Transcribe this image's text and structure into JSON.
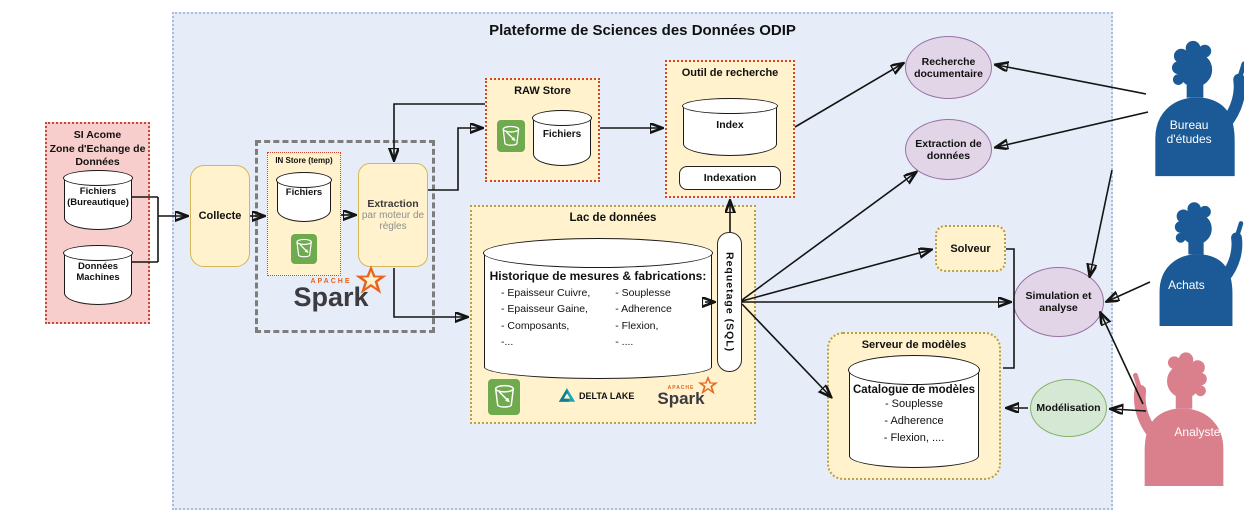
{
  "title": "Plateforme de Sciences des Données ODIP",
  "si_acome": {
    "title": "SI Acome\nZone d'Echange de\nDonnées",
    "cyl_files": "Fichiers\n(Bureautique)",
    "cyl_machines": "Données\nMachines"
  },
  "collecte": {
    "label": "Collecte"
  },
  "in_store": {
    "title": "IN Store (temp)",
    "cylinder": "Fichiers"
  },
  "spark": {
    "apache": "APACHE",
    "word": "Spark"
  },
  "extraction": {
    "title": "Extraction",
    "subtitle": "par moteur de\nrègles"
  },
  "raw_store": {
    "title": "RAW Store",
    "cylinder": "Fichiers"
  },
  "search_tool": {
    "title": "Outil de recherche",
    "index_cylinder": "Index",
    "indexation": "Indexation"
  },
  "data_lake": {
    "title": "Lac de données",
    "cylinder_title": "Historique de mesures & fabrications:",
    "items_left": [
      "- Epaisseur Cuivre,",
      "- Epaisseur Gaine,",
      "- Composants,",
      "-..."
    ],
    "items_right": [
      "- Souplesse",
      "- Adherence",
      "- Flexion,",
      "- ...."
    ],
    "delta_lake": "DELTA LAKE"
  },
  "requetage": {
    "label": "Requetage (SQL)"
  },
  "services": {
    "recherche_documentaire": "Recherche\ndocumentaire",
    "extraction_donnees": "Extraction de\ndonnées",
    "solveur": "Solveur",
    "simulation": "Simulation et\nanalyse",
    "modelisation": "Modélisation"
  },
  "model_server": {
    "title": "Serveur de modèles",
    "cylinder_title": "Catalogue de modèles",
    "items": [
      "- Souplesse",
      "- Adherence",
      "- Flexion, ...."
    ]
  },
  "actors": {
    "bureau": "Bureau\nd'études",
    "achats": "Achats",
    "analyste": "Analyste"
  },
  "icons": {
    "bucket": "bucket-icon",
    "spark": "apache-spark-logo",
    "delta": "delta-lake-logo"
  },
  "colors": {
    "platform_bg": "#e7edf8",
    "node_yellow": "#fff2cc",
    "pink_zone": "#f8cecc",
    "purple_service": "#e1d5e7",
    "green_service": "#d5e8d4",
    "actor_blue": "#1b5a96",
    "actor_pink": "#d9808c",
    "spark_orange": "#e8641c",
    "bucket_green": "#6faa4e"
  }
}
